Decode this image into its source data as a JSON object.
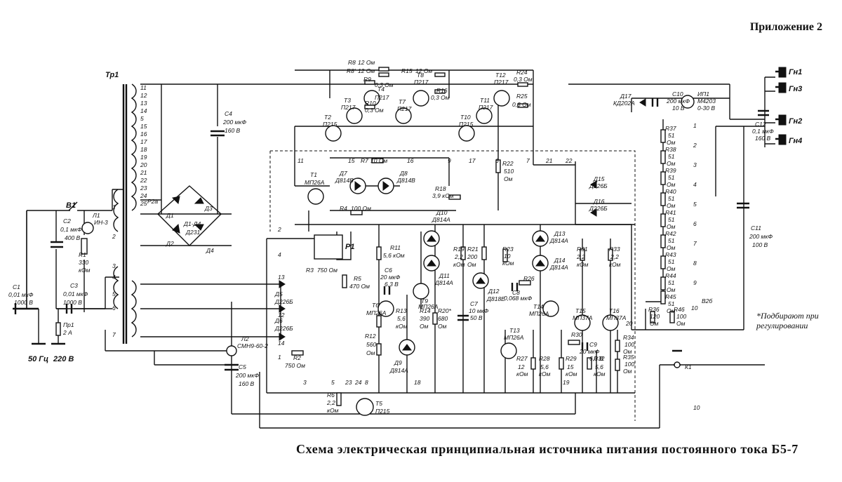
{
  "header": {
    "appendix": "Приложение 2"
  },
  "caption": "Схема электрическая принципиальная источника питания постоянного тока Б5-7",
  "footnote": "*Подбирают при регулировании",
  "mains": {
    "freq": "50 Гц",
    "voltage": "220 В",
    "switch": "В1",
    "fuse": "Пр1",
    "fuse_val": "2 А"
  },
  "transformer": {
    "ref": "Тр1",
    "taps": [
      "1",
      "2",
      "3",
      "4",
      "5",
      "6",
      "7"
    ],
    "pins": [
      "11",
      "12",
      "13",
      "14",
      "5",
      "15",
      "16",
      "17",
      "18",
      "19",
      "20",
      "21",
      "22",
      "23",
      "24",
      "25"
    ]
  },
  "components": {
    "C1": [
      "C1",
      "0,01 мкФ",
      "1000 В"
    ],
    "C2": [
      "C2",
      "0,1 мкФ",
      "400 В"
    ],
    "C3": [
      "C3",
      "0,01 мкФ",
      "1000 В"
    ],
    "R1": [
      "R1",
      "330",
      "кОм"
    ],
    "L1": [
      "Л1",
      "ИН-3"
    ],
    "C4": [
      "C4",
      "200 мкФ",
      "160 В"
    ],
    "bridge": [
      "Д1",
      "Д2",
      "Д3",
      "Д4",
      "Д1-Д4",
      "Д231"
    ],
    "D5": [
      "Д5",
      "Д226Б"
    ],
    "D6": [
      "Д6",
      "Д226Б"
    ],
    "C5": [
      "C5",
      "200 мкФ",
      "160 В"
    ],
    "L2": [
      "Л2",
      "СМН9-60-2"
    ],
    "R2": [
      "R2",
      "750 Ом"
    ],
    "R3": [
      "R3",
      "750 Ом"
    ],
    "P1": "Р1",
    "R5": [
      "R5",
      "470 Ом"
    ],
    "R6": [
      "R6",
      "2,2",
      "кОм"
    ],
    "T5": [
      "T5",
      "П215"
    ],
    "T6": [
      "T6",
      "МП26А"
    ],
    "R11": [
      "R11",
      "5,6 кОм"
    ],
    "C6": [
      "C6",
      "20 мкФ",
      "6,3 В"
    ],
    "T9": [
      "T9",
      "МП26А"
    ],
    "R12": [
      "R12",
      "560",
      "Ом"
    ],
    "R13": [
      "R13",
      "5,6",
      "кОм"
    ],
    "D9": [
      "Д9",
      "Д814А"
    ],
    "R14": [
      "R14",
      "390",
      "Ом"
    ],
    "R20": [
      "R20*",
      "680",
      "Ом"
    ],
    "D10": [
      "Д10",
      "Д814А"
    ],
    "D11": [
      "Д11",
      "Д814А"
    ],
    "R19": [
      "R19",
      "2,2",
      "кОм"
    ],
    "C7": [
      "C7",
      "10 мкФ",
      "50 В"
    ],
    "R21": [
      "R21",
      "200",
      "Ом"
    ],
    "D12": [
      "Д12",
      "Д818Е"
    ],
    "R23": [
      "R23",
      "10",
      "кОм"
    ],
    "R22": [
      "R22",
      "510",
      "Ом"
    ],
    "R18": [
      "R18",
      "3,9 кОм"
    ],
    "R4": [
      "R4",
      "100 Ом"
    ],
    "T1": [
      "T1",
      "МП26А"
    ],
    "D7": [
      "Д7",
      "Д814В"
    ],
    "D8": [
      "Д8",
      "Д814В"
    ],
    "R7": [
      "R7",
      "10 Ом"
    ],
    "T2": [
      "T2",
      "П215"
    ],
    "T3": [
      "T3",
      "П217"
    ],
    "T4": [
      "T4",
      "П217"
    ],
    "T7": [
      "T7",
      "П217"
    ],
    "T8": [
      "T8",
      "П217"
    ],
    "T10": [
      "T10",
      "П215"
    ],
    "T11": [
      "T11",
      "П217"
    ],
    "T12": [
      "T12",
      "П217"
    ],
    "R8": [
      "R8",
      "12 Ом"
    ],
    "R8b": [
      "R8'",
      "12 Ом"
    ],
    "R15": [
      "R15",
      "12 Ом"
    ],
    "R9": [
      "R9",
      "0,3 Ом"
    ],
    "R10": [
      "R10",
      "0,3 Ом"
    ],
    "R16": [
      "R16",
      "0,3 Ом"
    ],
    "R24": [
      "R24",
      "0,3 Ом"
    ],
    "R25": [
      "R25",
      "0,3 Ом"
    ],
    "D13": [
      "Д13",
      "Д814А"
    ],
    "D14": [
      "Д14",
      "Д814А"
    ],
    "C8": [
      "C8",
      "0,068 мкФ"
    ],
    "R26": "R26",
    "T13": [
      "T13",
      "МП26А"
    ],
    "T14": [
      "T14",
      "МП26А"
    ],
    "R27": [
      "R27",
      "12",
      "кОм"
    ],
    "R28": [
      "R28",
      "5,6",
      "кОм"
    ],
    "R29": [
      "R29",
      "15",
      "кОм"
    ],
    "R30": "R30",
    "C9": [
      "C9",
      "20 мкФ",
      "6,3 В"
    ],
    "R31": [
      "R31",
      "2,2",
      "кОм"
    ],
    "R32": [
      "R32",
      "5,6",
      "кОм"
    ],
    "R33": [
      "R33",
      "2,2",
      "кОм"
    ],
    "T15": [
      "T15",
      "МП37А"
    ],
    "T16": [
      "T16",
      "МП37А"
    ],
    "D15": [
      "Д15",
      "Д226Б"
    ],
    "D16": [
      "Д16",
      "Д226Б"
    ],
    "R34": [
      "R34",
      "100",
      "Ом"
    ],
    "R35": [
      "R35",
      "100",
      "Ом"
    ],
    "R36": [
      "R36",
      "120",
      "Ом"
    ],
    "R46": [
      "R46",
      "100",
      "Ом"
    ],
    "D17": [
      "Д17",
      "КД202А"
    ],
    "C10": [
      "C10",
      "200 мкФ",
      "10 В"
    ],
    "IP1": [
      "ИП1",
      "М4203",
      "0-30 В"
    ],
    "C11": [
      "C11",
      "200 мкФ",
      "100 В"
    ],
    "C12": [
      "C12",
      "0,1 мкФ",
      "160 В"
    ],
    "K1": "К1",
    "V1": "В2б"
  },
  "divider": {
    "names": [
      "R37",
      "R38",
      "R39",
      "R40",
      "R41",
      "R42",
      "R43",
      "R44",
      "R45"
    ],
    "value": "51",
    "unit": "Ом",
    "positions": [
      "1",
      "2",
      "3",
      "4",
      "5",
      "6",
      "7",
      "8",
      "9",
      "10"
    ]
  },
  "jacks": [
    "Гн1",
    "Гн3",
    "Гн2",
    "Гн4"
  ],
  "nodes": [
    "11",
    "15",
    "16",
    "9",
    "17",
    "6",
    "7",
    "21",
    "22",
    "2",
    "4",
    "13",
    "12",
    "14",
    "1",
    "3",
    "5",
    "23",
    "24",
    "8",
    "18",
    "19",
    "20",
    "10",
    "Р2а"
  ]
}
